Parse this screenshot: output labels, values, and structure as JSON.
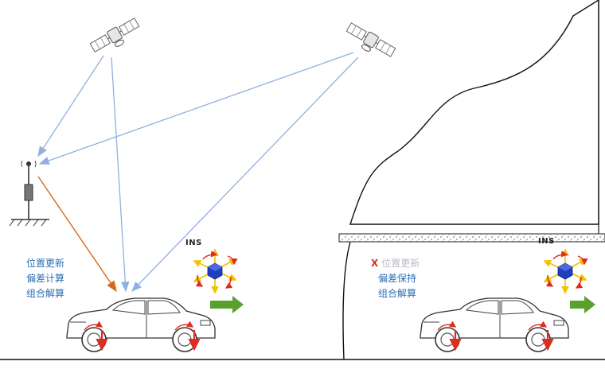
{
  "left_scene": {
    "ins_label": "INS",
    "steps": [
      "位置更新",
      "偏差计算",
      "组合解算"
    ]
  },
  "right_scene": {
    "ins_label": "INS",
    "x_mark": "X",
    "steps": [
      "位置更新",
      "偏差保持",
      "组合解算"
    ]
  },
  "colors": {
    "signal": "#8fb0e0",
    "correction": "#d2691e",
    "accent_label": "#2f6fb5",
    "motion_arrow": "#5aa02c",
    "wheel_arrow": "#e02b20",
    "ins_cube": "#1f3fbf",
    "ins_axis": "#f2c200",
    "disabled_text": "#b8bcc4"
  },
  "icons": [
    "satellite-icon",
    "base-station-icon",
    "car-icon",
    "ins-icon",
    "tunnel-icon"
  ]
}
